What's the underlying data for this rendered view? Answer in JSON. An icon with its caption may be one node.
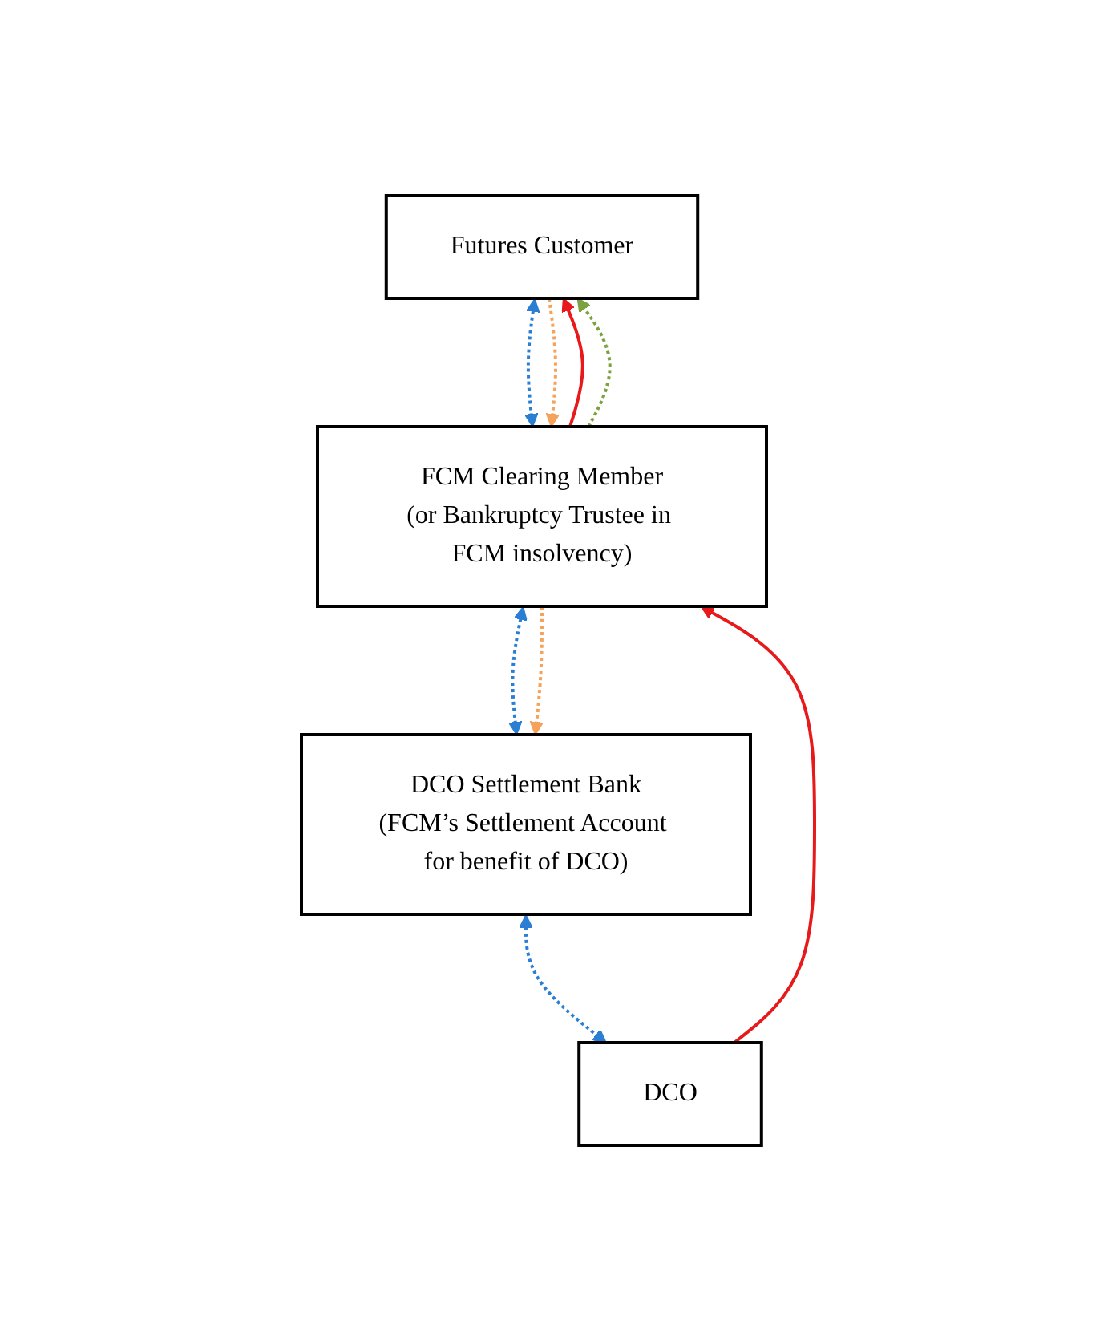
{
  "diagram": {
    "nodes": [
      {
        "text": [
          "Futures Customer"
        ]
      },
      {
        "text": [
          "FCM Clearing Member",
          "(or Bankruptcy Trustee in FCM insolvency)"
        ]
      },
      {
        "text": [
          "DCO Settlement Bank",
          "(FCM’s Settlement Account for benefit of DCO)"
        ]
      },
      {
        "text": [
          "DCO"
        ]
      }
    ],
    "edges": [
      {
        "from": 1,
        "to": 0,
        "arrow": "to",
        "color": "#e8191b"
      },
      {
        "from": 0,
        "to": 1,
        "arrow": "both",
        "style": "dashed",
        "color": "#2a7fd4"
      },
      {
        "from": 1,
        "to": 0,
        "arrow": "to",
        "style": "dashed",
        "color": "#7aa33f"
      },
      {
        "from": 0,
        "to": 1,
        "arrow": "to",
        "style": "dashed",
        "color": "#f5a25a"
      },
      {
        "from": 3,
        "to": 1,
        "arrow": "to",
        "color": "#e8191b"
      },
      {
        "from": 1,
        "to": 2,
        "arrow": "both",
        "style": "dashed",
        "color": "#2a7fd4"
      },
      {
        "from": 1,
        "to": 2,
        "arrow": "to",
        "style": "dashed",
        "color": "#f5a25a"
      },
      {
        "from": 2,
        "to": 3,
        "arrow": "both",
        "style": "dashed",
        "color": "#2a7fd4"
      }
    ]
  }
}
